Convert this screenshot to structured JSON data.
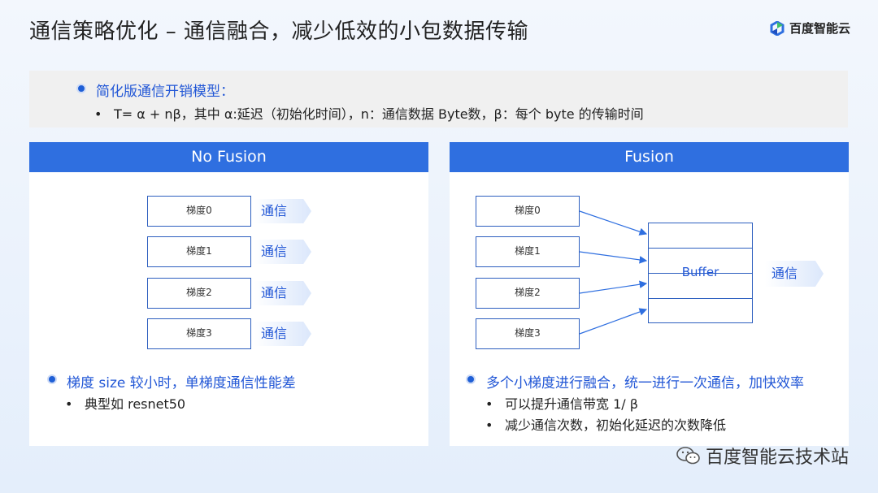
{
  "title": "通信策略优化 – 通信融合，减少低效的小包数据传输",
  "logo": {
    "text": "百度智能云",
    "icon": "baidu-cloud-logo-icon"
  },
  "intro": {
    "heading": "简化版通信开销模型：",
    "body": "T= α + nβ，其中 α:延迟（初始化时间），n：通信数据 Byte数，β：每个 byte 的传输时间"
  },
  "left": {
    "header": "No Fusion",
    "gradients": [
      "梯度0",
      "梯度1",
      "梯度2",
      "梯度3"
    ],
    "comm_label": "通信",
    "note_heading": "梯度 size 较小时，单梯度通信性能差",
    "note_bullets": [
      "典型如 resnet50"
    ]
  },
  "right": {
    "header": "Fusion",
    "gradients": [
      "梯度0",
      "梯度1",
      "梯度2",
      "梯度3"
    ],
    "buffer_label": "Buffer",
    "comm_label": "通信",
    "note_heading": "多个小梯度进行融合，统一进行一次通信，加快效率",
    "note_bullets": [
      "可以提升通信带宽 1/ β",
      "减少通信次数，初始化延迟的次数降低"
    ]
  },
  "watermark": {
    "text": "百度智能云技术站",
    "icon": "wechat-icon"
  },
  "colors": {
    "accent": "#2f6fe0",
    "text_accent": "#2257d6",
    "border": "#2d5fbf"
  }
}
